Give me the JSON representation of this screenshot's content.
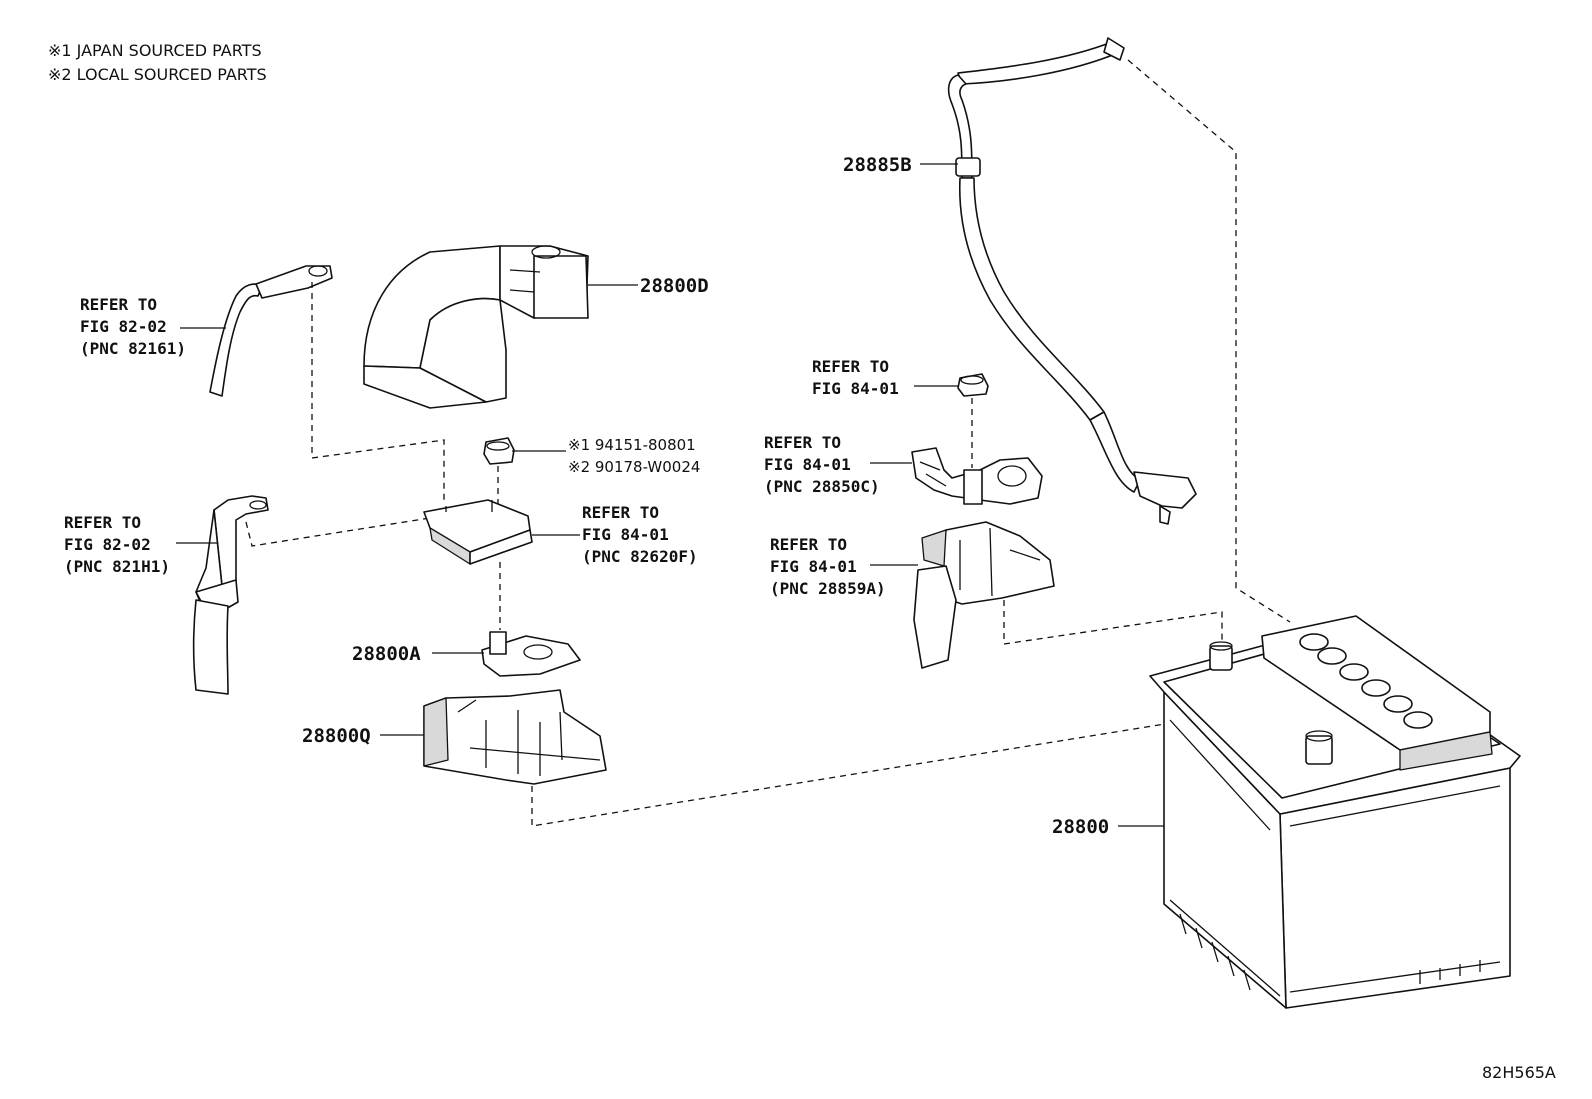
{
  "notes": [
    "※1 JAPAN SOURCED PARTS",
    "※2 LOCAL SOURCED PARTS"
  ],
  "parts": {
    "p28885B": "28885B",
    "p28800D": "28800D",
    "p28800A": "28800A",
    "p28800Q": "28800Q",
    "p28800": "28800"
  },
  "bolt_codes": {
    "japan": "※1 94151-80801",
    "local": "※2 90178-W0024"
  },
  "refs": {
    "cable_top": [
      "REFER TO",
      "FIG 82-02",
      "(PNC 82161)"
    ],
    "cable_mid": [
      "REFER TO",
      "FIG 82-02",
      "(PNC 821H1)"
    ],
    "clamp_82620F": [
      "REFER TO",
      "FIG 84-01",
      "(PNC 82620F)"
    ],
    "nut_84": [
      "REFER TO",
      "FIG 84-01"
    ],
    "terminal_28850C": [
      "REFER TO",
      "FIG 84-01",
      "(PNC 28850C)"
    ],
    "bracket_28859A": [
      "REFER TO",
      "FIG 84-01",
      "(PNC 28859A)"
    ]
  },
  "figure_code": "82H565A"
}
